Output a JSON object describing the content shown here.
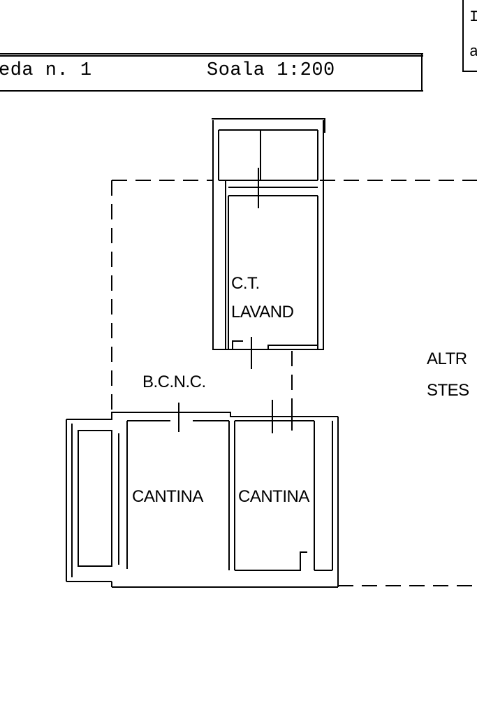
{
  "header": {
    "sheet_label": "eda n. 1",
    "scale_label": "Soala 1:200",
    "corner_line1": "I",
    "corner_line2": "a"
  },
  "rooms": {
    "ct_line1": "C.T.",
    "ct_line2": "LAVAND",
    "bcnc": "B.C.N.C.",
    "cantina_left": "CANTINA",
    "cantina_right": "CANTINA",
    "altro_line1": "ALTR",
    "altro_line2": "STES"
  }
}
